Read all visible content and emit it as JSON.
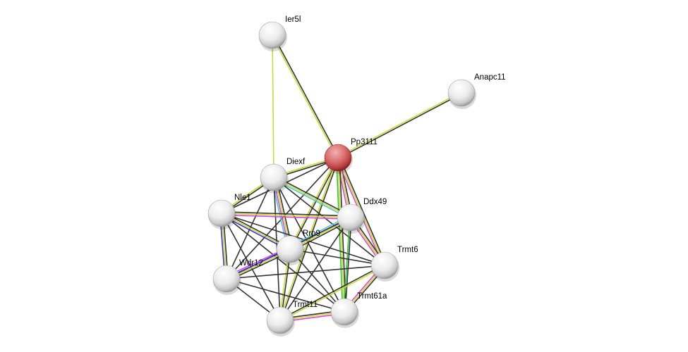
{
  "network": {
    "nodes": [
      {
        "id": "Ier5l",
        "label": "Ier5l",
        "query": false
      },
      {
        "id": "Anapc11",
        "label": "Anapc11",
        "query": false
      },
      {
        "id": "Pp3111",
        "label": "Pp3111",
        "query": true
      },
      {
        "id": "Diexf",
        "label": "Diexf",
        "query": false
      },
      {
        "id": "Nle1",
        "label": "Nle1",
        "query": false
      },
      {
        "id": "Ddx49",
        "label": "Ddx49",
        "query": false
      },
      {
        "id": "Rrp9",
        "label": "Rrp9",
        "query": false
      },
      {
        "id": "Trmt6",
        "label": "Trmt6",
        "query": false
      },
      {
        "id": "Wdr12",
        "label": "Wdr12",
        "query": false
      },
      {
        "id": "Trmt11",
        "label": "Trmt11",
        "query": false
      },
      {
        "id": "Trmt61a",
        "label": "Trmt61a",
        "query": false
      }
    ],
    "channel_colors": {
      "coexpression": "#333333",
      "textmining": "#c8dc32",
      "experiments": "#e040e0",
      "databases": "#40c8e0",
      "homology": "#3030e0",
      "neighborhood": "#30c030"
    },
    "edges": [
      [
        "Ier5l",
        "Pp3111",
        [
          "coexpression",
          "textmining"
        ]
      ],
      [
        "Ier5l",
        "Diexf",
        [
          "textmining"
        ]
      ],
      [
        "Anapc11",
        "Pp3111",
        [
          "coexpression",
          "textmining"
        ]
      ],
      [
        "Pp3111",
        "Diexf",
        [
          "coexpression",
          "textmining"
        ]
      ],
      [
        "Pp3111",
        "Nle1",
        [
          "coexpression"
        ]
      ],
      [
        "Pp3111",
        "Ddx49",
        [
          "coexpression",
          "textmining",
          "experiments"
        ]
      ],
      [
        "Pp3111",
        "Rrp9",
        [
          "coexpression",
          "textmining"
        ]
      ],
      [
        "Pp3111",
        "Trmt6",
        [
          "coexpression",
          "textmining",
          "experiments"
        ]
      ],
      [
        "Pp3111",
        "Trmt11",
        [
          "coexpression",
          "textmining"
        ]
      ],
      [
        "Pp3111",
        "Trmt61a",
        [
          "coexpression",
          "textmining",
          "neighborhood"
        ]
      ],
      [
        "Pp3111",
        "Wdr12",
        [
          "coexpression"
        ]
      ],
      [
        "Diexf",
        "Nle1",
        [
          "coexpression",
          "textmining"
        ]
      ],
      [
        "Diexf",
        "Ddx49",
        [
          "coexpression",
          "textmining",
          "databases"
        ]
      ],
      [
        "Diexf",
        "Rrp9",
        [
          "coexpression",
          "textmining",
          "experiments",
          "databases"
        ]
      ],
      [
        "Diexf",
        "Wdr12",
        [
          "coexpression"
        ]
      ],
      [
        "Diexf",
        "Trmt11",
        [
          "coexpression"
        ]
      ],
      [
        "Diexf",
        "Trmt6",
        [
          "coexpression"
        ]
      ],
      [
        "Diexf",
        "Trmt61a",
        [
          "coexpression"
        ]
      ],
      [
        "Nle1",
        "Ddx49",
        [
          "coexpression",
          "textmining",
          "experiments"
        ]
      ],
      [
        "Nle1",
        "Rrp9",
        [
          "coexpression",
          "textmining",
          "homology"
        ]
      ],
      [
        "Nle1",
        "Wdr12",
        [
          "coexpression",
          "textmining",
          "homology"
        ]
      ],
      [
        "Nle1",
        "Trmt11",
        [
          "coexpression"
        ]
      ],
      [
        "Nle1",
        "Trmt6",
        [
          "coexpression"
        ]
      ],
      [
        "Nle1",
        "Trmt61a",
        [
          "coexpression"
        ]
      ],
      [
        "Ddx49",
        "Rrp9",
        [
          "coexpression",
          "textmining",
          "experiments",
          "databases"
        ]
      ],
      [
        "Ddx49",
        "Wdr12",
        [
          "coexpression"
        ]
      ],
      [
        "Ddx49",
        "Trmt6",
        [
          "coexpression",
          "textmining",
          "experiments"
        ]
      ],
      [
        "Ddx49",
        "Trmt11",
        [
          "coexpression"
        ]
      ],
      [
        "Ddx49",
        "Trmt61a",
        [
          "coexpression",
          "neighborhood"
        ]
      ],
      [
        "Rrp9",
        "Wdr12",
        [
          "coexpression",
          "textmining",
          "homology",
          "experiments"
        ]
      ],
      [
        "Rrp9",
        "Trmt11",
        [
          "coexpression",
          "textmining"
        ]
      ],
      [
        "Rrp9",
        "Trmt6",
        [
          "coexpression"
        ]
      ],
      [
        "Rrp9",
        "Trmt61a",
        [
          "coexpression"
        ]
      ],
      [
        "Wdr12",
        "Trmt11",
        [
          "coexpression"
        ]
      ],
      [
        "Wdr12",
        "Trmt6",
        [
          "coexpression"
        ]
      ],
      [
        "Wdr12",
        "Trmt61a",
        [
          "coexpression"
        ]
      ],
      [
        "Trmt11",
        "Trmt6",
        [
          "coexpression",
          "textmining"
        ]
      ],
      [
        "Trmt11",
        "Trmt61a",
        [
          "coexpression",
          "textmining",
          "experiments"
        ]
      ],
      [
        "Trmt6",
        "Trmt61a",
        [
          "coexpression",
          "textmining",
          "experiments"
        ]
      ]
    ]
  }
}
